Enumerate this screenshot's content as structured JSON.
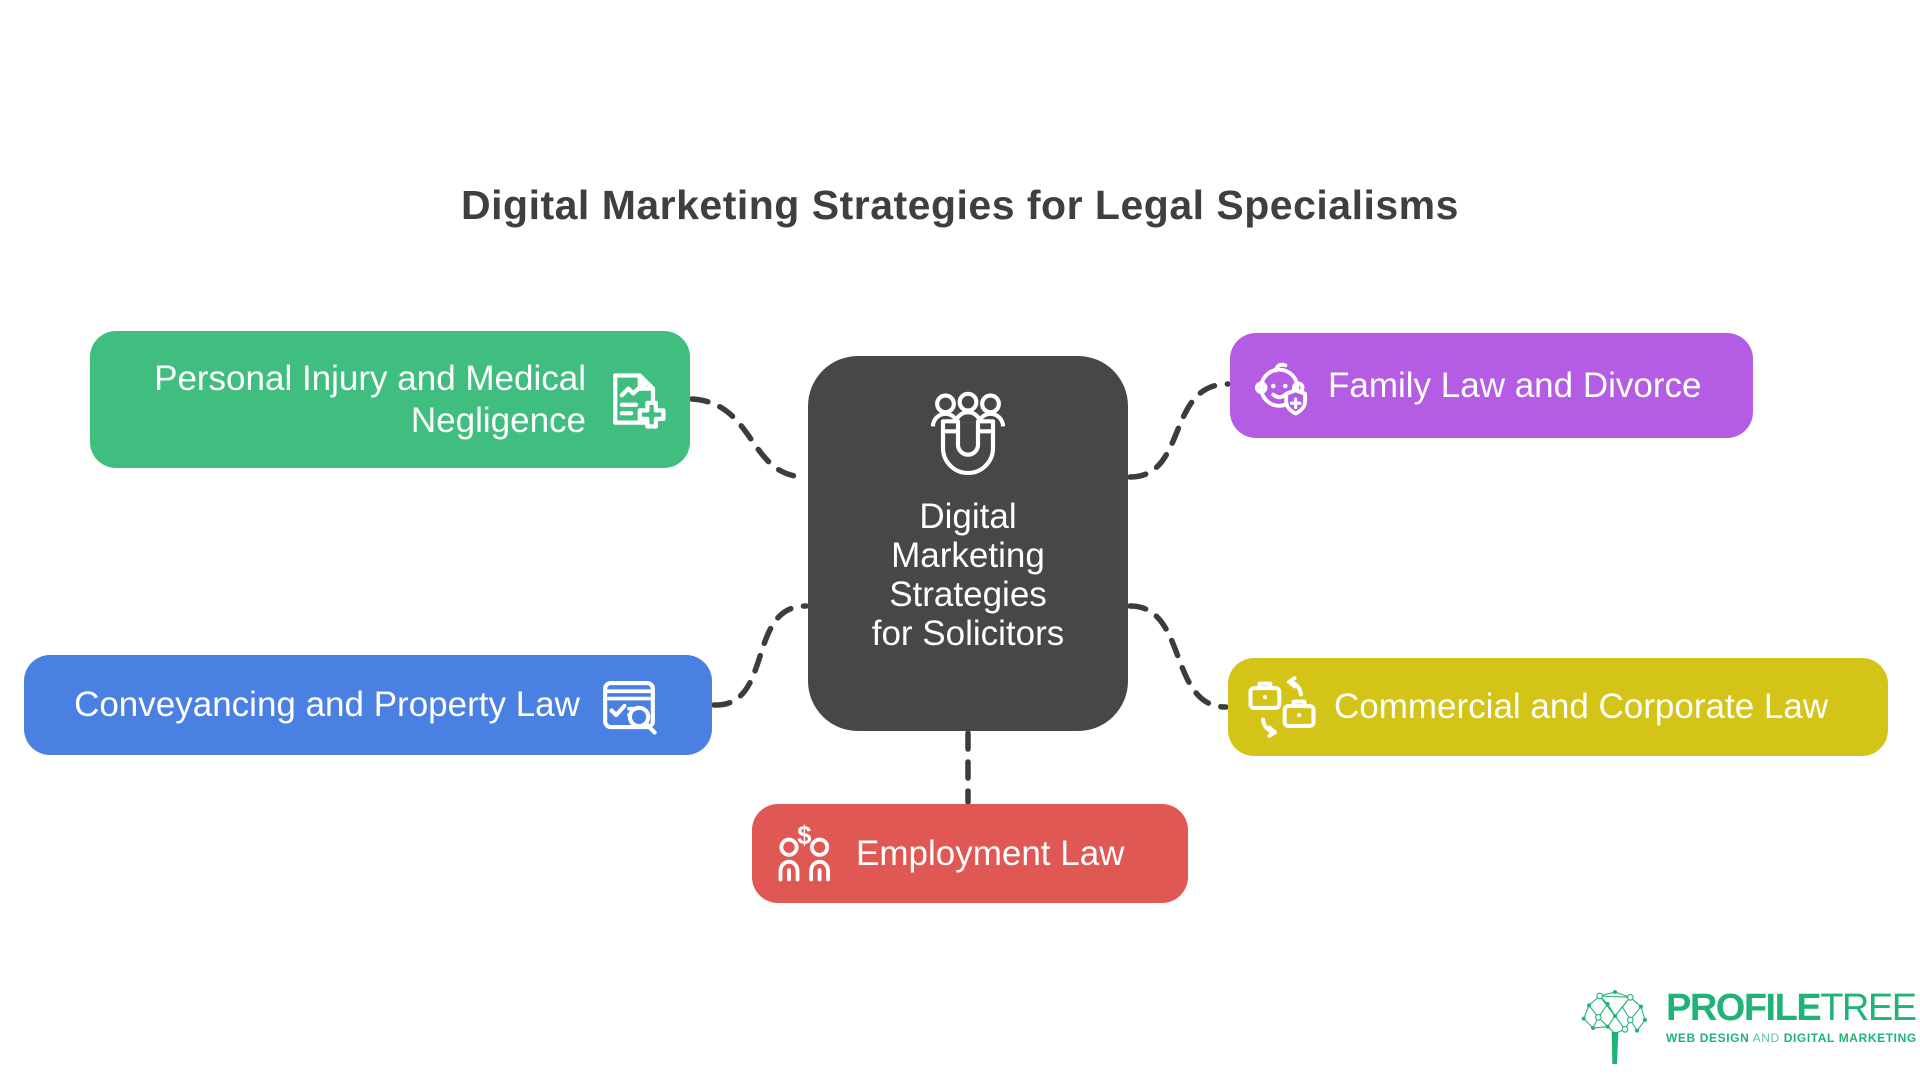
{
  "title": "Digital Marketing Strategies for Legal Specialisms",
  "center": {
    "lines": [
      "Digital",
      "Marketing",
      "Strategies",
      "for Solicitors"
    ],
    "color": "#474747",
    "icon": "magnet-audience-icon"
  },
  "nodes": [
    {
      "id": "personal-injury",
      "label": "Personal Injury and Medical Negligence",
      "color": "#3FBE80",
      "icon": "medical-report-icon",
      "position": "top-left"
    },
    {
      "id": "family-law",
      "label": "Family Law and Divorce",
      "color": "#B55CE4",
      "icon": "child-protection-icon",
      "position": "top-right"
    },
    {
      "id": "conveyancing",
      "label": "Conveyancing and Property Law",
      "color": "#4A80E2",
      "icon": "property-search-icon",
      "position": "bottom-left"
    },
    {
      "id": "commercial",
      "label": "Commercial and Corporate Law",
      "color": "#D3C417",
      "icon": "business-exchange-icon",
      "position": "bottom-right"
    },
    {
      "id": "employment",
      "label": "Employment Law",
      "color": "#E05854",
      "icon": "employee-salary-icon",
      "position": "bottom-center"
    }
  ],
  "connector": {
    "color": "#3C3C3C",
    "style": "dashed"
  },
  "logo": {
    "name_bold": "PROFILE",
    "name_light": "TREE",
    "tagline_web": "WEB DESIGN",
    "tagline_and": " AND ",
    "tagline_digital": "DIGITAL MARKETING",
    "color": "#1FB375"
  }
}
